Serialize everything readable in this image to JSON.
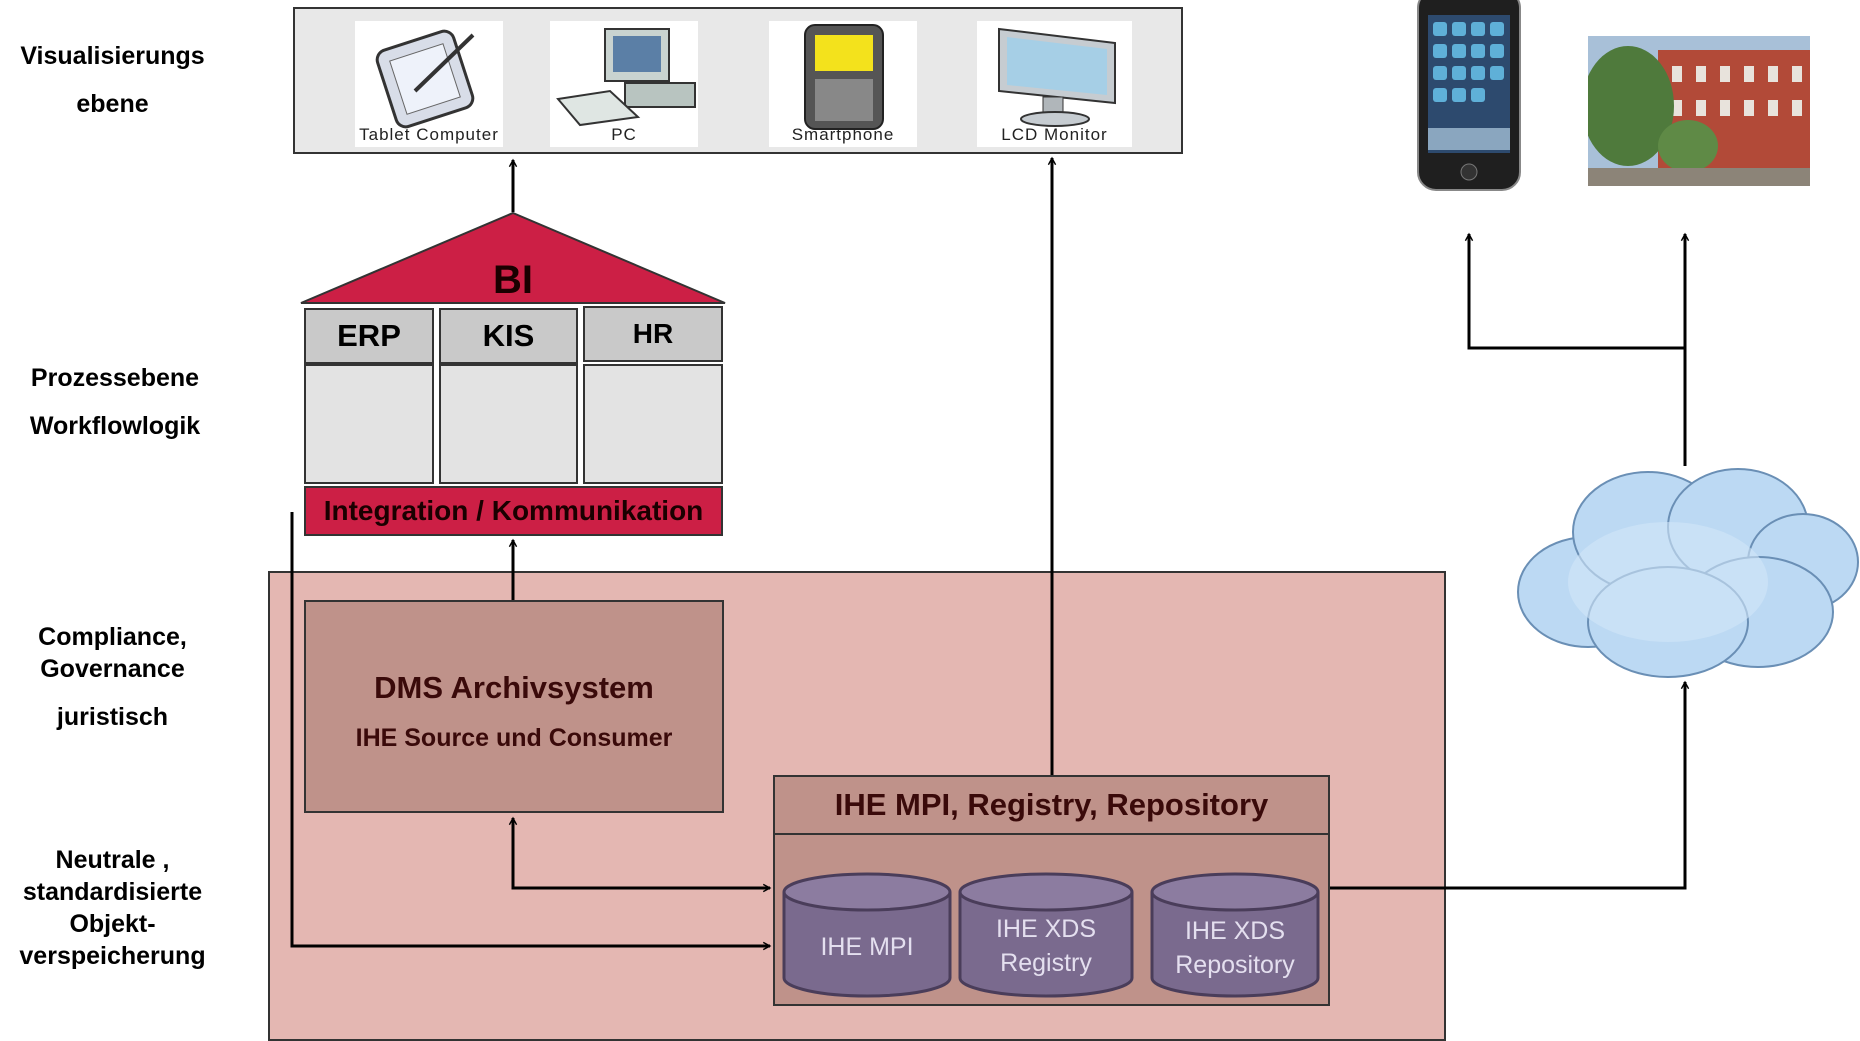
{
  "layers": {
    "visualisierung": [
      "Visualisierungs",
      "ebene"
    ],
    "prozess": [
      "Prozessebene",
      "Workflowlogik"
    ],
    "compliance": [
      "Compliance,",
      "Governance",
      "juristisch"
    ],
    "speicherung": [
      "Neutrale ,",
      "standardisierte",
      "Objekt-",
      "verspeicherung"
    ]
  },
  "devices": [
    "Tablet Computer",
    "PC",
    "Smartphone",
    "LCD Monitor"
  ],
  "house": {
    "roof": "BI",
    "columns": [
      "ERP",
      "KIS",
      "HR"
    ],
    "base": "Integration / Kommunikation"
  },
  "dms": {
    "title": "DMS Archivsystem",
    "subtitle": "IHE Source und Consumer"
  },
  "ihe": {
    "title": "IHE MPI, Registry, Repository",
    "databases": [
      [
        "IHE MPI"
      ],
      [
        "IHE XDS",
        "Registry"
      ],
      [
        "IHE XDS",
        "Repository"
      ]
    ]
  },
  "colors": {
    "roof": "#cc1f45",
    "compliance_zone": "#e4b7b2",
    "component": "#bf928a",
    "database": "#7a6a8e",
    "cloud": "#bcd9f3"
  }
}
